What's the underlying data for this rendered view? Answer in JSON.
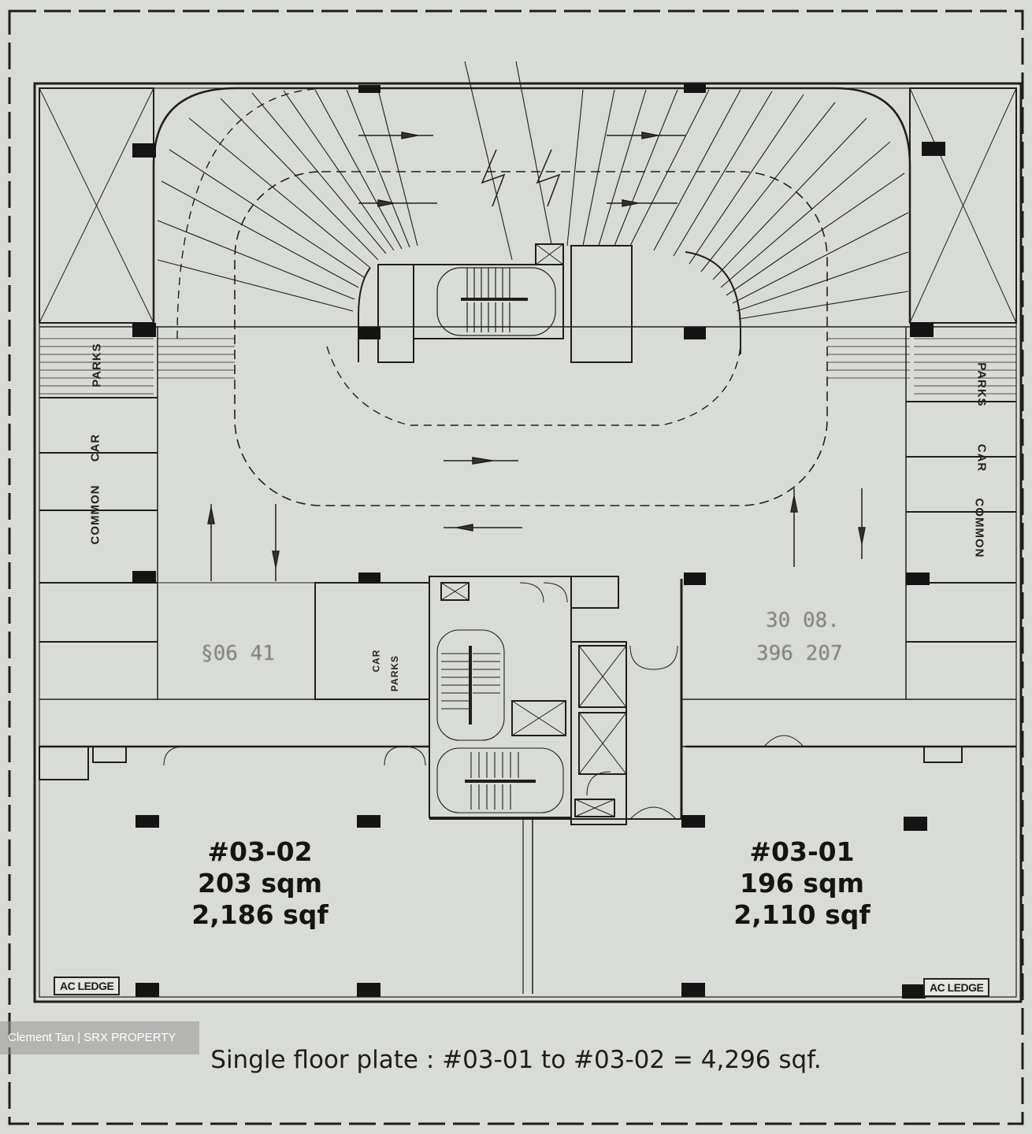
{
  "units": [
    {
      "id": "unit-03-02",
      "number": "#03-02",
      "area_sqm": "203 sqm",
      "area_sqf": "2,186 sqf"
    },
    {
      "id": "unit-03-01",
      "number": "#03-01",
      "area_sqm": "196 sqm",
      "area_sqf": "2,110 sqf"
    }
  ],
  "carpark_labels": {
    "left": [
      "COMMON",
      "CAR",
      "PARKS"
    ],
    "right": [
      "COMMON",
      "CAR",
      "PARKS"
    ],
    "center": [
      "CAR",
      "PARKS"
    ]
  },
  "ac_ledge_label": "AC LEDGE",
  "ghost_text": {
    "left": "§06 41",
    "right_line1": "30 08.",
    "right_line2": "396 207"
  },
  "watermark": "Clement Tan | SRX PROPERTY",
  "caption": "Single floor plate : #03-01 to #03-02 = 4,296 sqf."
}
